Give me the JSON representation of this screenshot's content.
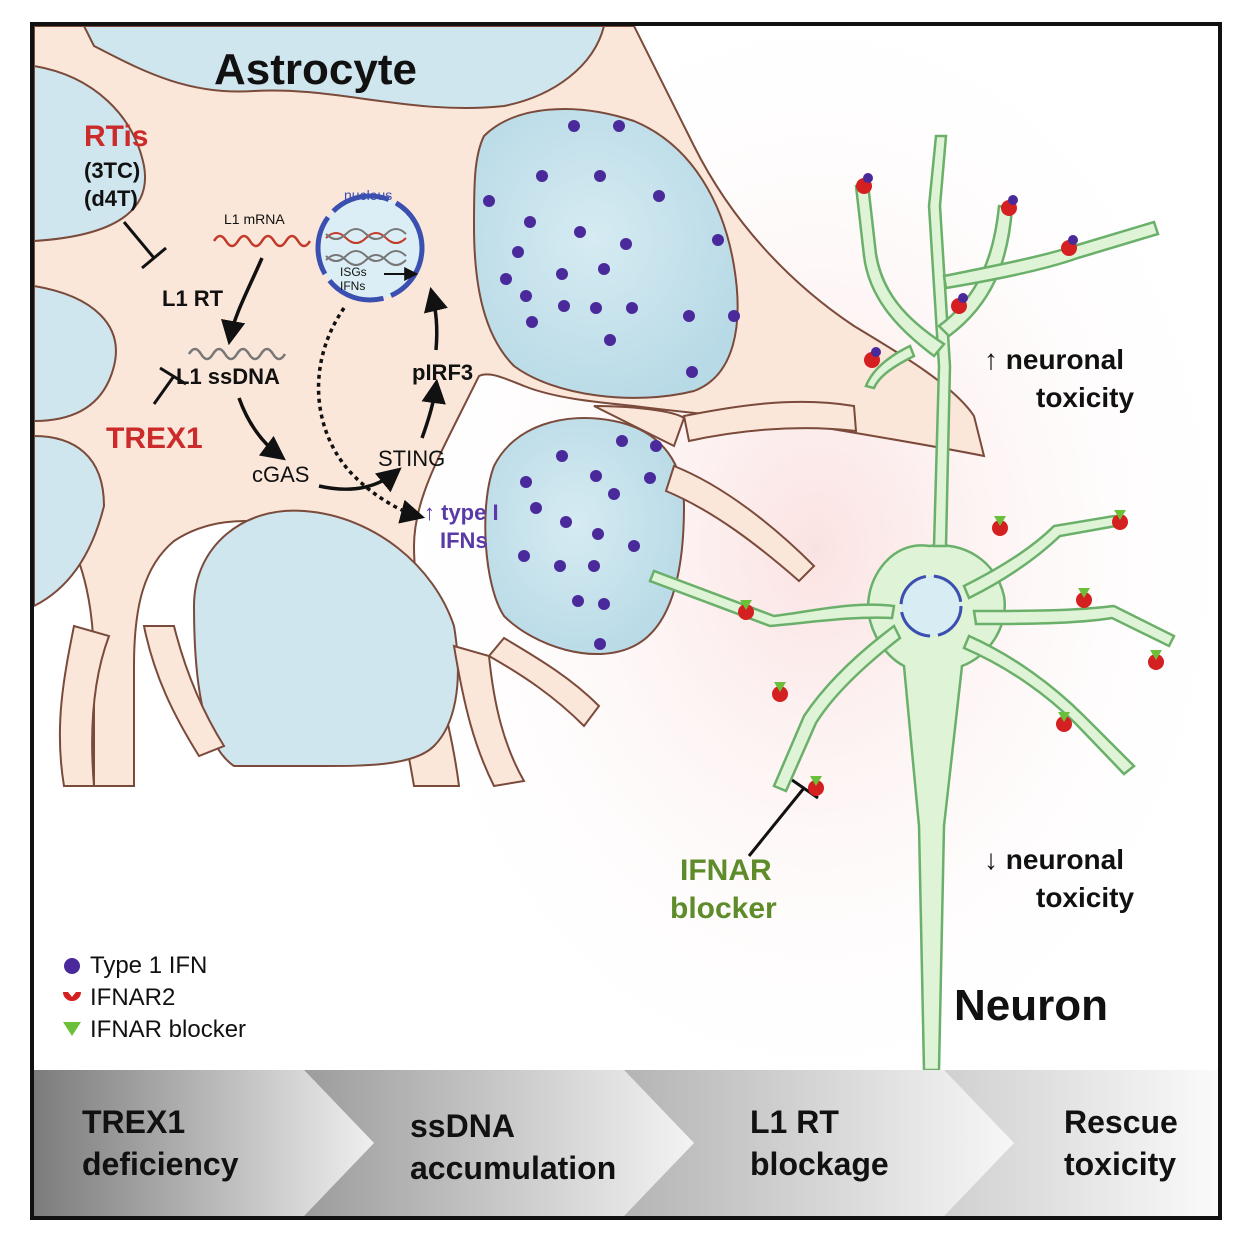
{
  "astrocyte_title": "Astrocyte",
  "neuron_title": "Neuron",
  "rtis": {
    "title": "RTis",
    "drug1": "(3TC)",
    "drug2": "(d4T)"
  },
  "pathway": {
    "l1_mrna": "L1 mRNA",
    "l1_rt": "L1 RT",
    "l1_ssdna": "L1 ssDNA",
    "trex1": "TREX1",
    "cgas": "cGAS",
    "sting": "STING",
    "pirf3": "pIRF3",
    "nucleus": "nucleus",
    "isgs": "ISGs",
    "ifns": "IFNs",
    "type_ifn_line1": "↑ type I",
    "type_ifn_line2": "IFNs"
  },
  "neuron": {
    "toxicity_up_1": "↑ neuronal",
    "toxicity_up_2": "toxicity",
    "toxicity_down_1": "↓ neuronal",
    "toxicity_down_2": "toxicity",
    "blocker_1": "IFNAR",
    "blocker_2": "blocker"
  },
  "legend": [
    {
      "symbol": "dot",
      "label": "Type 1 IFN"
    },
    {
      "symbol": "receptor",
      "label": "IFNAR2"
    },
    {
      "symbol": "triangle",
      "label": "IFNAR blocker"
    }
  ],
  "steps": [
    {
      "line1": "TREX1",
      "line2": "deficiency"
    },
    {
      "line1": "ssDNA",
      "line2": "accumulation"
    },
    {
      "line1": "L1 RT",
      "line2": "blockage"
    },
    {
      "line1": "Rescue",
      "line2": "toxicity"
    }
  ],
  "colors": {
    "cytoplasm": "#fbe6da",
    "cytoplasm_edge": "#7a4a3a",
    "extracellular": "#cfe6ee",
    "neuron_fill": "#dff3d6",
    "neuron_edge": "#6ab06a",
    "ifn_dot": "#4a2a9a",
    "receptor": "#d42020",
    "blocker": "#6cbf3a",
    "red_text": "#cc2b2b",
    "purple_text": "#5a3aa8",
    "green_text": "#5e8c2a",
    "nucleus_ring": "#3b4fb0"
  }
}
